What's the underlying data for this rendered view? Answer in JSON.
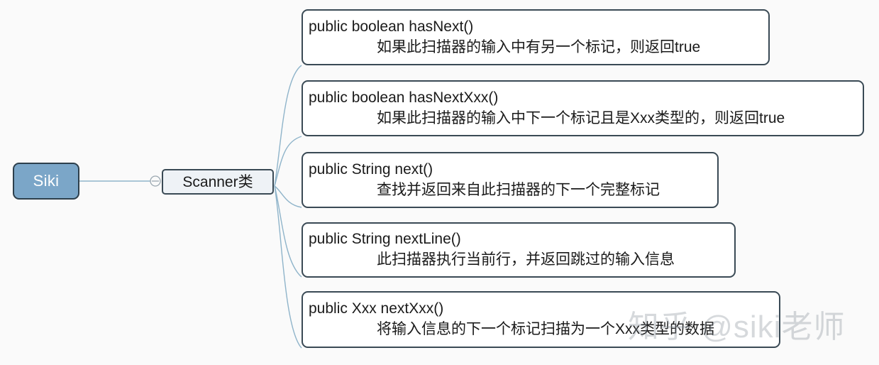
{
  "diagram": {
    "type": "mindmap",
    "background_color": "#fafafa",
    "root": {
      "label": "Siki",
      "fill_color": "#7ba6c8",
      "border_color": "#2d3f4c",
      "text_color": "#ffffff"
    },
    "branch": {
      "label": "Scanner类",
      "fill_color": "#eef2f6",
      "border_color": "#3a4a55",
      "text_color": "#1a1a1a",
      "collapse_handle": "minus-circle-icon"
    },
    "connector_color": "#8fb4ca",
    "leaves": [
      {
        "id": "has-next",
        "signature": "public boolean hasNext()",
        "description": "如果此扫描器的输入中有另一个标记，则返回true"
      },
      {
        "id": "has-next-xxx",
        "signature": "public boolean hasNextXxx()",
        "description": "如果此扫描器的输入中下一个标记且是Xxx类型的，则返回true"
      },
      {
        "id": "next",
        "signature": "public String next()",
        "description": "查找并返回来自此扫描器的下一个完整标记"
      },
      {
        "id": "next-line",
        "signature": "public String nextLine()",
        "description": "此扫描器执行当前行，并返回跳过的输入信息"
      },
      {
        "id": "next-xxx",
        "signature": "public Xxx nextXxx()",
        "description": "将输入信息的下一个标记扫描为一个Xxx类型的数据"
      }
    ],
    "watermark": "知乎 @siki老师"
  }
}
